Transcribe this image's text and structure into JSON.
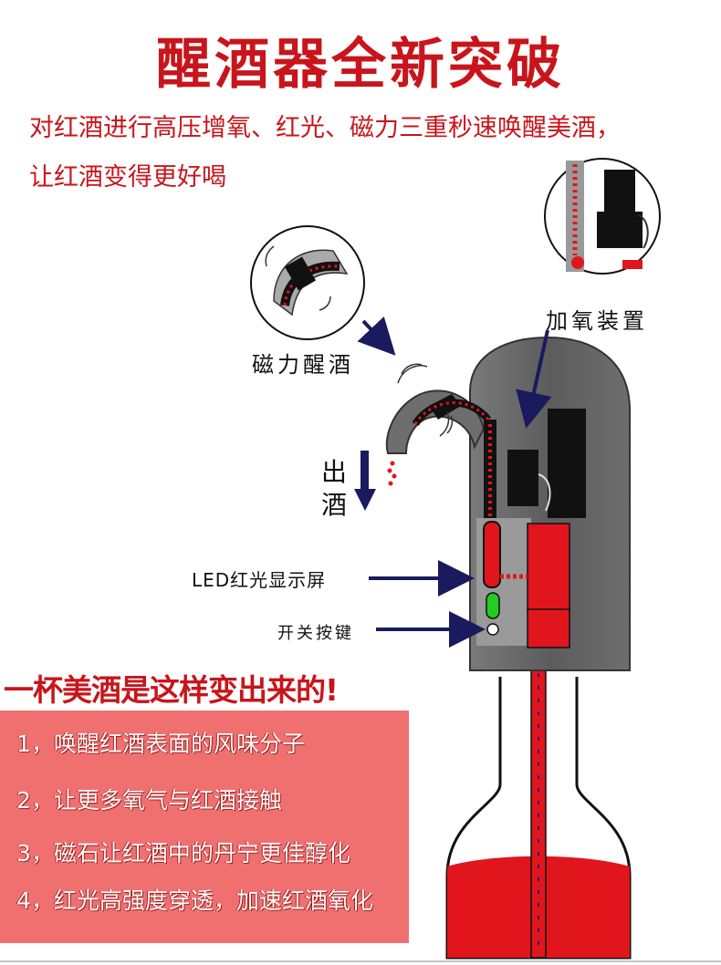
{
  "title": "醒酒器全新突破",
  "subtitle_line1": "对红酒进行高压增氧、红光、磁力三重秒速唤醒美酒，",
  "subtitle_line2": "让红酒变得更好喝",
  "labels": {
    "magnetic": "磁力醒酒",
    "oxygen": "加氧装置",
    "pour": "出酒",
    "led": "LED红光显示屏",
    "button": "开关按键"
  },
  "slogan": "一杯美酒是这样变出来的!",
  "steps": [
    "1，唤醒红酒表面的风味分子",
    "2，让更多氧气与红酒接触",
    "3，磁石让红酒中的丹宁更佳醇化",
    "4，红光高强度穿透，加速红酒氧化"
  ],
  "colors": {
    "accent_red": "#c8151b",
    "wine_red": "#e0161c",
    "device_gray": "#6b6b6b",
    "panel_pink": "#f07070",
    "arrow_navy": "#1a1a5e",
    "led_green": "#22cc22"
  }
}
